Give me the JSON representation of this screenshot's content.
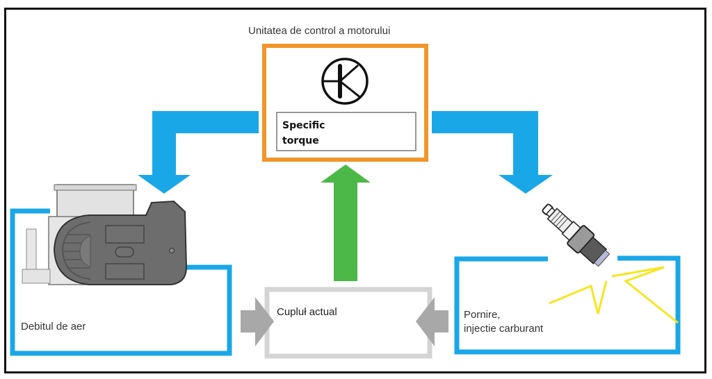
{
  "diagram": {
    "ecu": {
      "title": "Unitatea de control a motorului",
      "symbol": "torque-k-icon",
      "spec_line1": "Specific",
      "spec_line2": "torque"
    },
    "actual_torque": {
      "label": "Cupluł actual"
    },
    "air_flow": {
      "label": "Debitul de aer",
      "icon": "throttle-body-icon"
    },
    "ignition": {
      "label_line1": "Pornire,",
      "label_line2": "injectie carburant",
      "icon": "spark-plug-icon"
    },
    "colors": {
      "ecu_border": "#f0962a",
      "blue_arrow": "#1aa7e8",
      "green_arrow": "#4cb848",
      "gray_arrow": "#a8a8a8",
      "gray_box": "#d4d4d4",
      "spark": "#f5e61e",
      "frame": "#111111"
    }
  }
}
